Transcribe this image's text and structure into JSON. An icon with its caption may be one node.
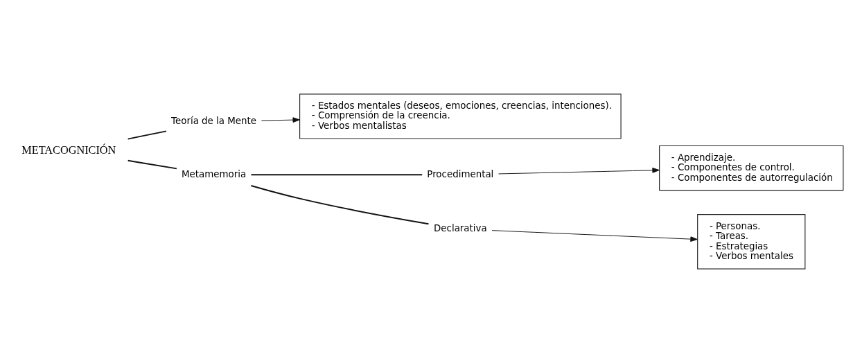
{
  "diagram": {
    "nodes": [
      {
        "text": [
          "METACOGNICIÓN"
        ]
      },
      {
        "text": [
          "Teoría de la Mente"
        ]
      },
      {
        "text": [
          "Metamemoria"
        ]
      },
      {
        "text": [
          "Procedimental"
        ]
      },
      {
        "text": [
          "Declarativa"
        ]
      },
      {
        "text": [
          "- Estados mentales (deseos, emociones, creencias, intenciones).",
          "- Comprensión de la creencia.",
          "- Verbos mentalistas"
        ]
      },
      {
        "text": [
          "- Aprendizaje.",
          "- Componentes de control.",
          "- Componentes de autorregulación"
        ]
      },
      {
        "text": [
          "- Personas.",
          "- Tareas.",
          "- Estrategias",
          "- Verbos mentales"
        ]
      }
    ],
    "edges": [
      {
        "from": 0,
        "to": 1,
        "arrow": "none"
      },
      {
        "from": 0,
        "to": 2,
        "arrow": "none"
      },
      {
        "from": 2,
        "to": 3,
        "arrow": "none"
      },
      {
        "from": 2,
        "to": 4,
        "arrow": "none"
      },
      {
        "from": 1,
        "to": 5,
        "arrow": "to"
      },
      {
        "from": 3,
        "to": 6,
        "arrow": "to"
      },
      {
        "from": 4,
        "to": 7,
        "arrow": "to"
      }
    ]
  }
}
